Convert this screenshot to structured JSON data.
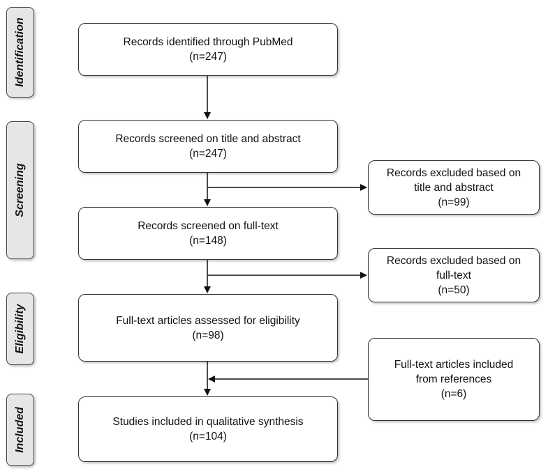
{
  "stages": {
    "identification": "Identification",
    "screening": "Screening",
    "eligibility": "Eligibility",
    "included": "Included"
  },
  "boxes": {
    "identified": {
      "line1": "Records identified through PubMed",
      "line2": "(n=247)"
    },
    "screened_title": {
      "line1": "Records screened on title and abstract",
      "line2": "(n=247)"
    },
    "screened_full": {
      "line1": "Records screened on full-text",
      "line2": "(n=148)"
    },
    "assessed": {
      "line1": "Full-text articles assessed for eligibility",
      "line2": "(n=98)"
    },
    "included": {
      "line1": "Studies included in qualitative synthesis",
      "line2": "(n=104)"
    },
    "excluded_title": {
      "line1": "Records excluded based on",
      "line2": "title and abstract",
      "line3": "(n=99)"
    },
    "excluded_full": {
      "line1": "Records excluded based on",
      "line2": "full-text",
      "line3": "(n=50)"
    },
    "from_refs": {
      "line1": "Full-text articles included",
      "line2": "from references",
      "line3": "(n=6)"
    }
  }
}
